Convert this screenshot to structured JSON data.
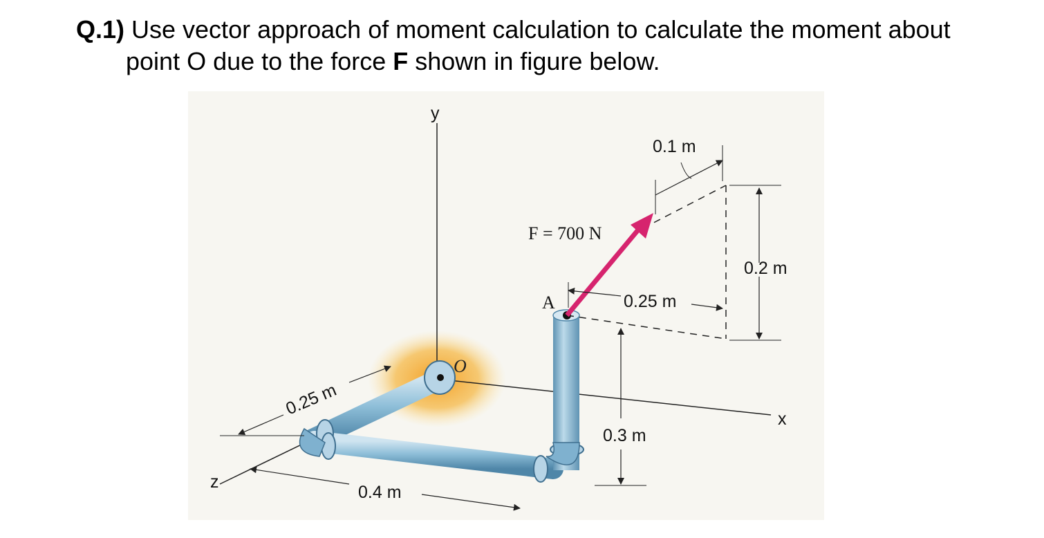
{
  "question": {
    "number": "Q.1)",
    "text_part1": " Use vector approach of moment calculation to calculate the moment about",
    "text_part2": "point O due to the force ",
    "force_symbol": "F",
    "text_part3": " shown in figure below."
  },
  "figure": {
    "axes": {
      "y": "y",
      "x": "x",
      "z": "z"
    },
    "points": {
      "origin": "O",
      "a": "A"
    },
    "force_label": "F = 700 N",
    "dimensions": {
      "d_0_1": "0.1 m",
      "d_0_2": "0.2 m",
      "d_0_25_top": "0.25 m",
      "d_0_3": "0.3 m",
      "d_0_25_z": "0.25 m",
      "d_0_4": "0.4 m"
    },
    "colors": {
      "force_arrow": "#d6246e",
      "pipe": "#8fbfd9",
      "pipe_dark": "#5f93b3",
      "glow": "#f0a020"
    }
  }
}
